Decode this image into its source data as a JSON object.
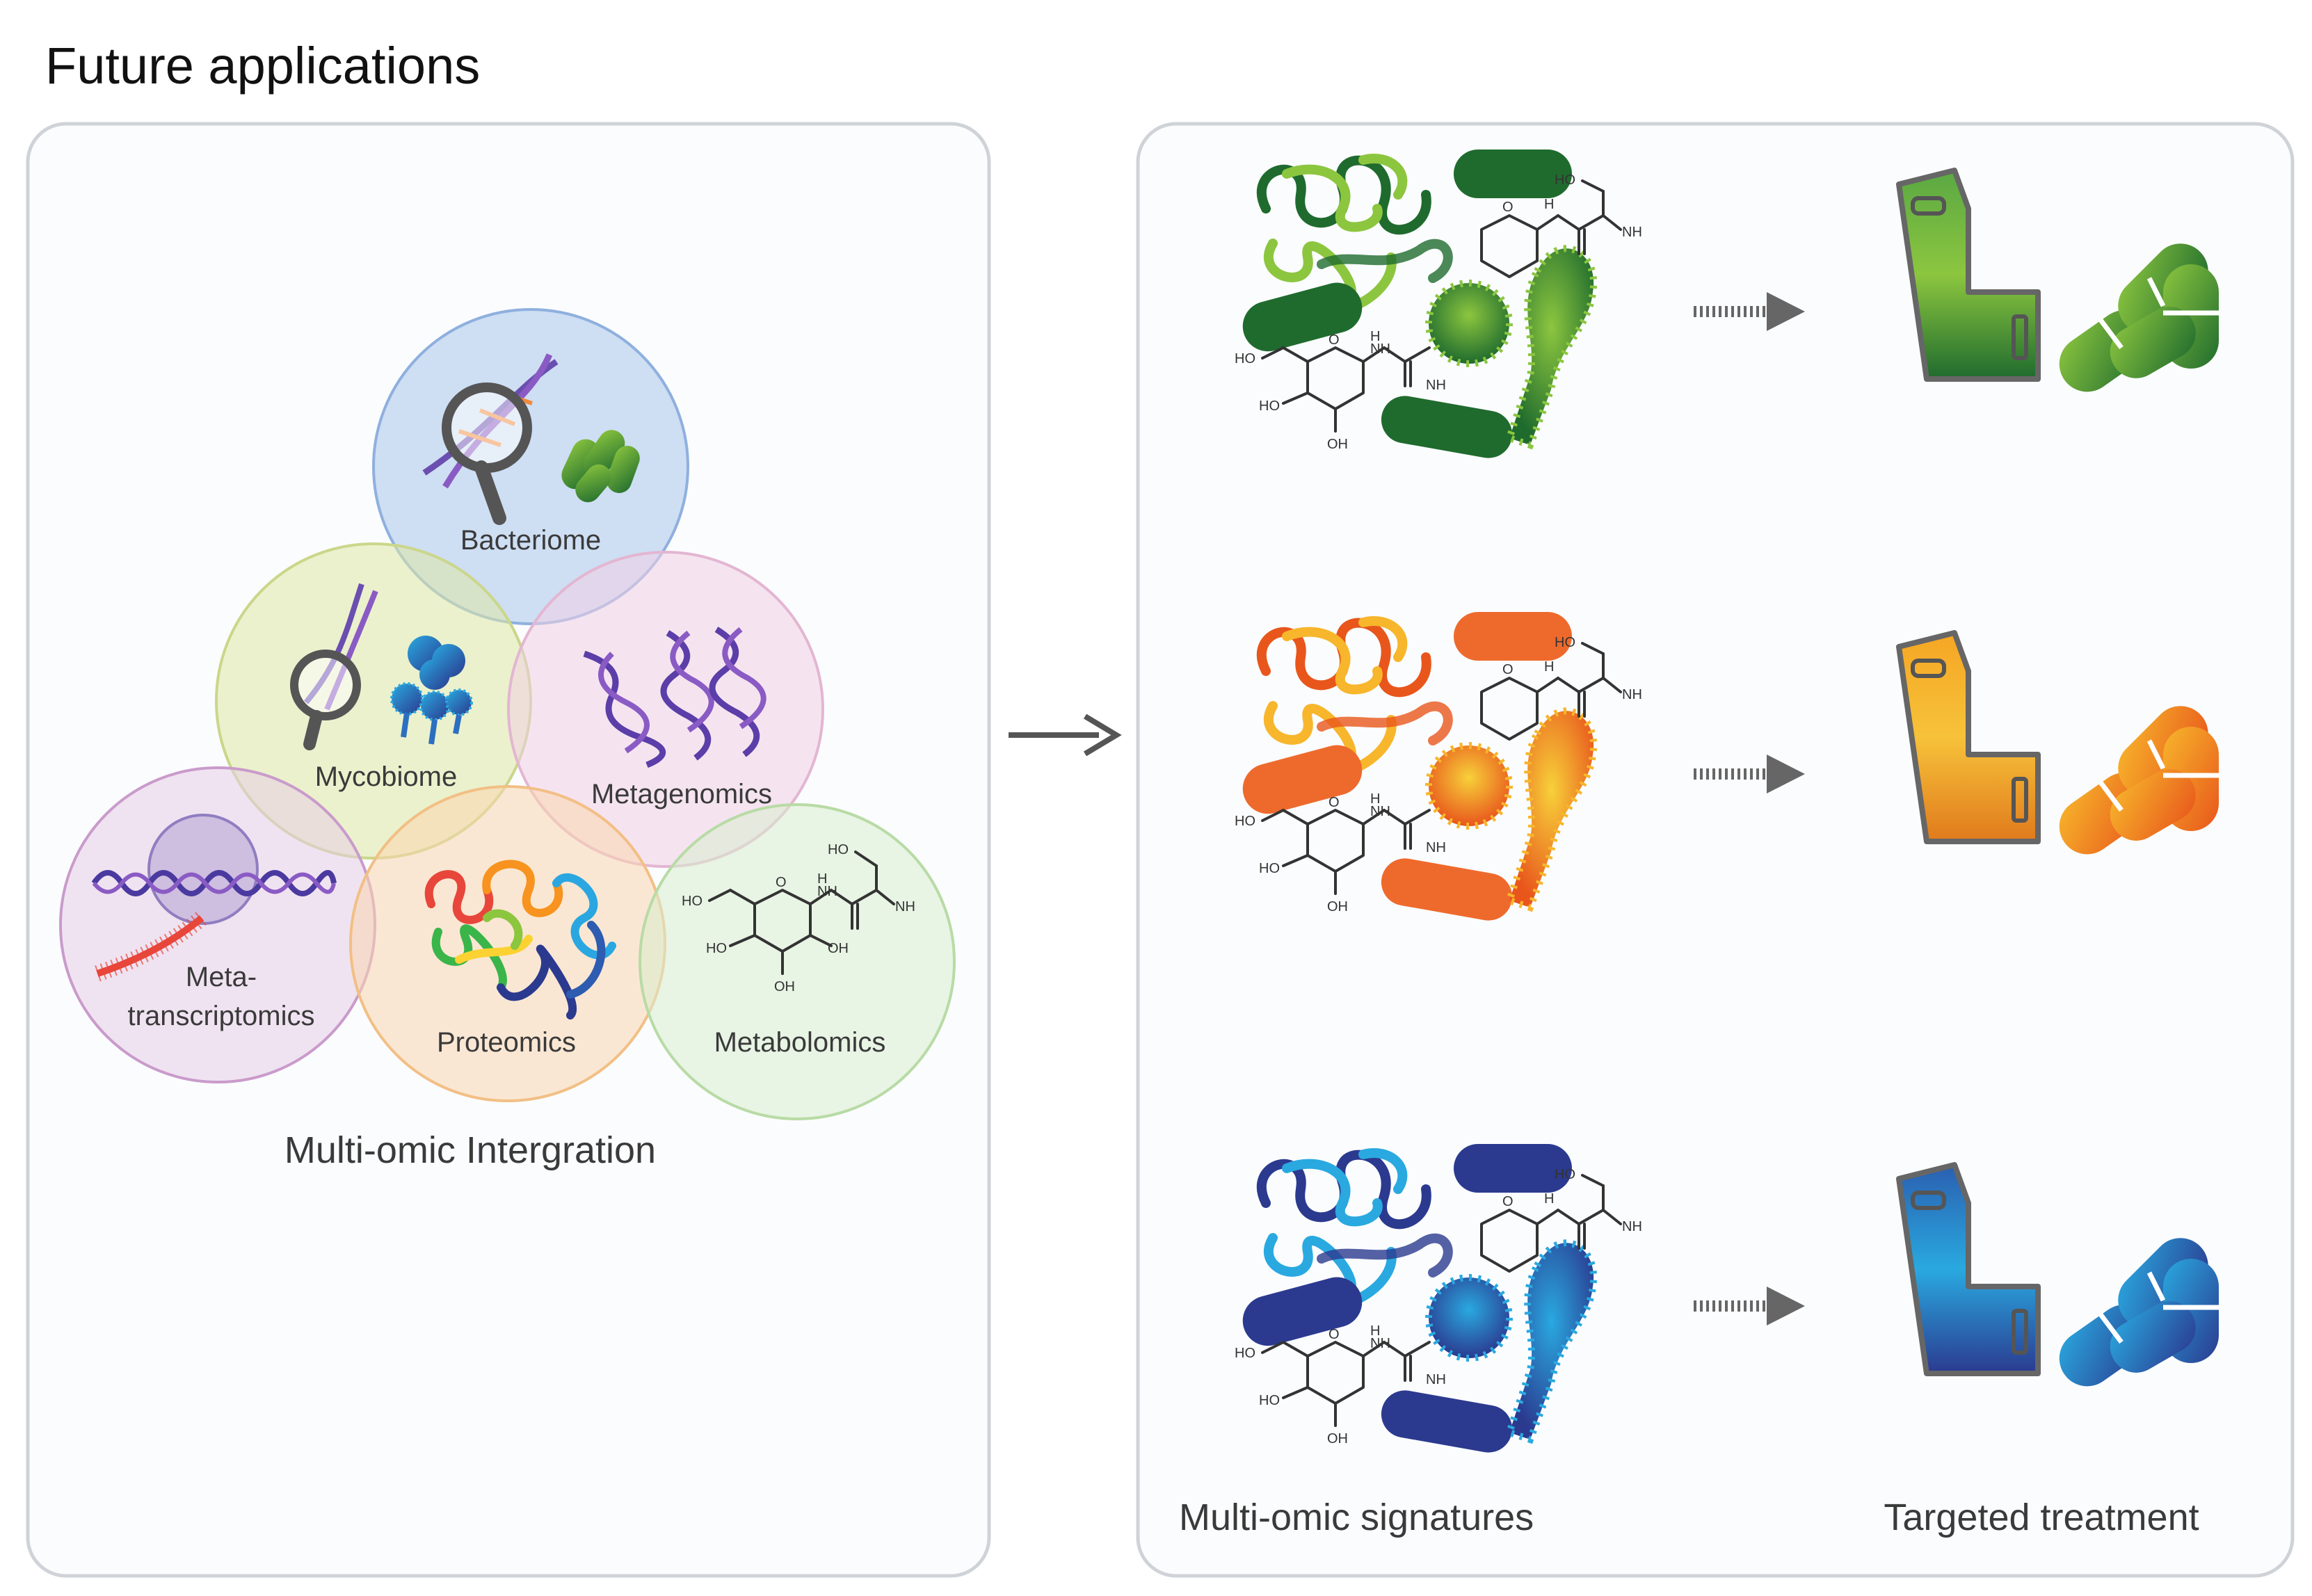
{
  "title": "Future applications",
  "left_panel": {
    "caption": "Multi-omic Intergration",
    "circles": [
      {
        "key": "bacteriome",
        "label": "Bacteriome",
        "color": "#a9c4ea"
      },
      {
        "key": "mycobiome",
        "label": "Mycobiome",
        "color": "#dfe7a4"
      },
      {
        "key": "metagenomics",
        "label": "Metagenomics",
        "color": "#f0cfe3"
      },
      {
        "key": "metatranscriptomics",
        "label1": "Meta-",
        "label2": "transcriptomics",
        "color": "#e8cde6"
      },
      {
        "key": "proteomics",
        "label": "Proteomics",
        "color": "#f9d6ae"
      },
      {
        "key": "metabolomics",
        "label": "Metabolomics",
        "color": "#d9ecce"
      }
    ]
  },
  "chem": {
    "ho": "HO",
    "oh": "OH",
    "nh": "NH",
    "h": "H",
    "o": "O"
  },
  "right_panel": {
    "left_caption": "Multi-omic signatures",
    "right_caption": "Targeted treatment",
    "rows": [
      {
        "theme": "green",
        "colors": [
          "#1f6b2e",
          "#8cc63f"
        ]
      },
      {
        "theme": "orange",
        "colors": [
          "#e8561c",
          "#f7b62b"
        ]
      },
      {
        "theme": "blue",
        "colors": [
          "#2b3a8f",
          "#29a9e0"
        ]
      }
    ]
  },
  "arrow_icon": "right-arrow-icon",
  "icons": [
    "magnifier-icon",
    "dna-helix-icon",
    "bacteria-icon",
    "fungus-icon",
    "protein-coil-icon",
    "molecule-icon",
    "inhaler-icon",
    "capsule-icon",
    "virus-icon"
  ]
}
